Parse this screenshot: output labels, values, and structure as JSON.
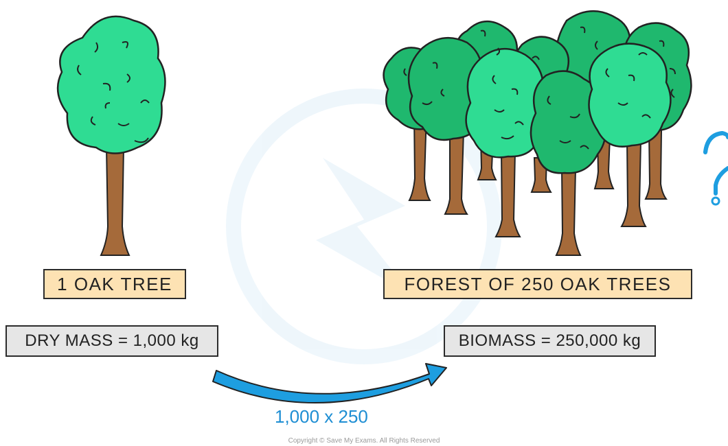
{
  "single_tree": {
    "label": "1 OAK TREE",
    "mass": "DRY  MASS = 1,000 kg"
  },
  "forest": {
    "label": "FOREST  OF  250  OAK  TREES",
    "mass": "BIOMASS = 250,000 kg"
  },
  "calculation": "1,000 x 250",
  "copyright": "Copyright © Save My Exams. All Rights Reserved",
  "colors": {
    "canopy_light": "#2fdc93",
    "canopy_dark": "#1fb86e",
    "trunk": "#a56a3a",
    "label_fill": "#fde2b3",
    "mass_fill": "#e6e6e6",
    "arrow": "#1e9ee0"
  },
  "icons": [
    "oak-tree-icon",
    "curved-arrow-icon",
    "question-mark-icon",
    "watermark-logo-icon"
  ]
}
